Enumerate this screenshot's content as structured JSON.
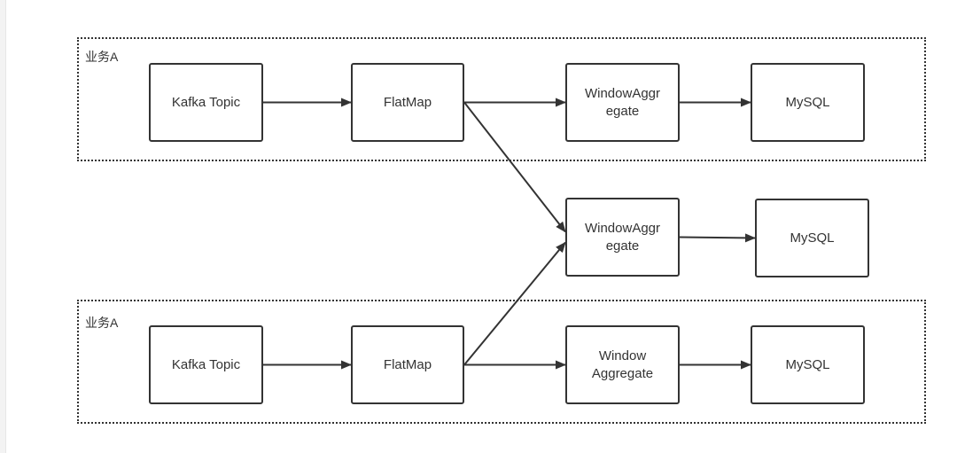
{
  "groups": [
    {
      "label": "业务A"
    },
    {
      "label": "业务A"
    }
  ],
  "nodes": {
    "top_kafka": "Kafka Topic",
    "top_flatmap": "FlatMap",
    "top_window": "WindowAggr\negate",
    "top_mysql": "MySQL",
    "mid_window": "WindowAggr\negate",
    "mid_mysql": "MySQL",
    "bot_kafka": "Kafka Topic",
    "bot_flatmap": "FlatMap",
    "bot_window": "Window\nAggregate",
    "bot_mysql": "MySQL"
  },
  "edges": [
    {
      "from": "top_kafka",
      "to": "top_flatmap"
    },
    {
      "from": "top_flatmap",
      "to": "top_window"
    },
    {
      "from": "top_window",
      "to": "top_mysql"
    },
    {
      "from": "top_flatmap",
      "to": "mid_window"
    },
    {
      "from": "mid_window",
      "to": "mid_mysql"
    },
    {
      "from": "bot_flatmap",
      "to": "mid_window"
    },
    {
      "from": "bot_kafka",
      "to": "bot_flatmap"
    },
    {
      "from": "bot_flatmap",
      "to": "bot_window"
    },
    {
      "from": "bot_window",
      "to": "bot_mysql"
    }
  ],
  "colors": {
    "stroke": "#333333",
    "background": "#ffffff"
  }
}
